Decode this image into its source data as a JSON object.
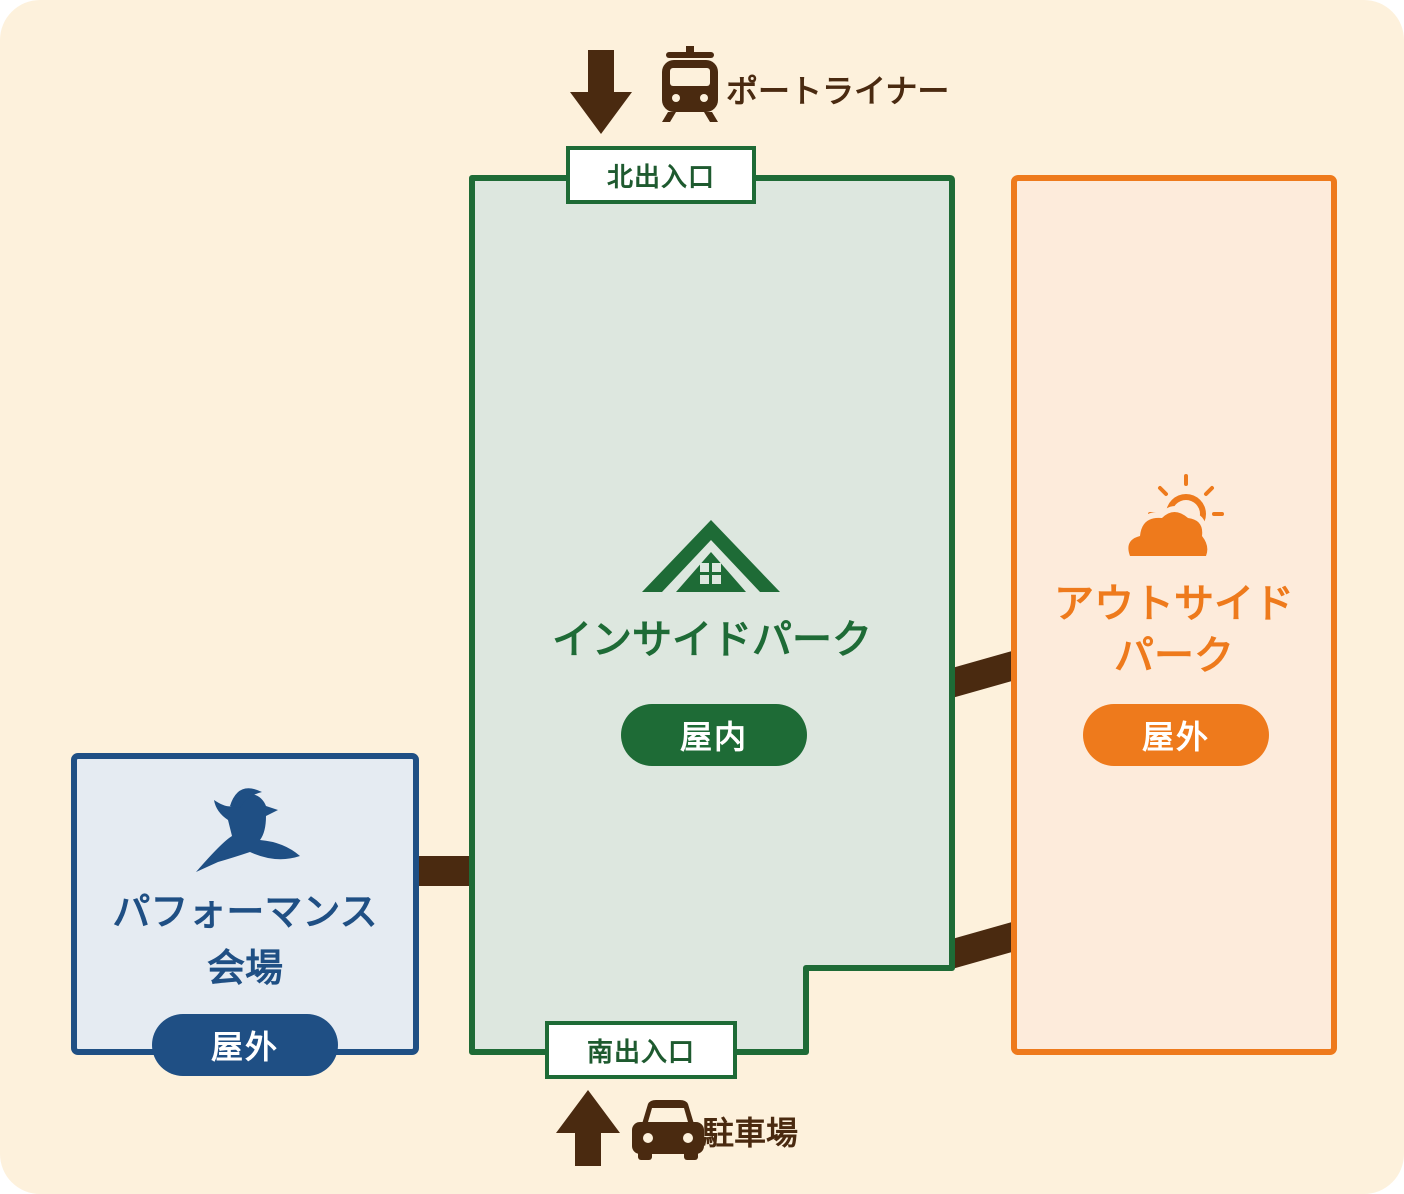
{
  "colors": {
    "background": "#fdf1dc",
    "inside_green": "#1e6b36",
    "inside_fill": "#dde7df",
    "outside_orange": "#ee7a1c",
    "outside_fill": "#fdebdb",
    "performance_blue": "#1f4f84",
    "performance_fill": "#e5ebf2",
    "connector_brown": "#4a2a10"
  },
  "access": {
    "north": {
      "icon": "train-icon",
      "label": "ポートライナー"
    },
    "south": {
      "icon": "car-icon",
      "label": "駐車場"
    }
  },
  "gates": {
    "north": "北出入口",
    "south": "南出入口"
  },
  "zones": {
    "inside": {
      "icon": "house-icon",
      "name": "インサイドパーク",
      "badge": "屋内"
    },
    "outside": {
      "icon": "sun-cloud-icon",
      "name_line1": "アウトサイド",
      "name_line2": "パーク",
      "badge": "屋外"
    },
    "performance": {
      "icon": "bird-icon",
      "name_line1": "パフォーマンス",
      "name_line2": "会場",
      "badge": "屋外"
    }
  }
}
